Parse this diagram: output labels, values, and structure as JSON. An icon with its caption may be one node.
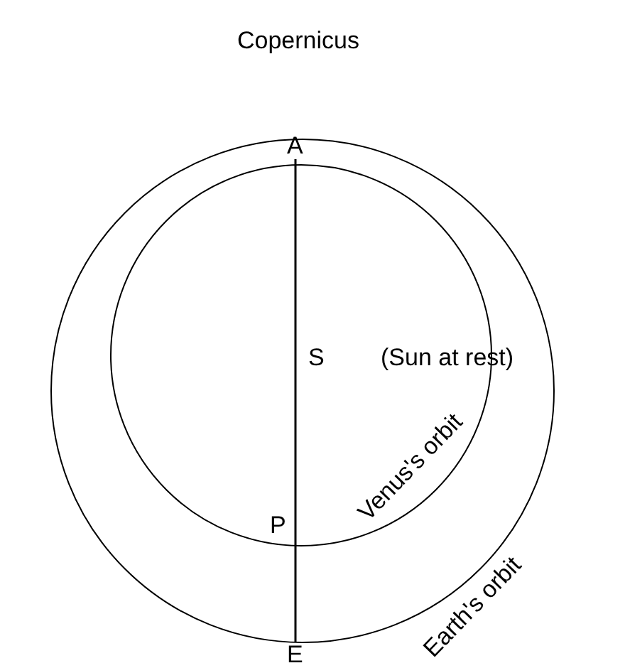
{
  "diagram": {
    "title": "Copernicus",
    "nodes": [
      {
        "text": [
          "A"
        ]
      },
      {
        "text": [
          "E"
        ]
      }
    ],
    "edges": [
      {
        "from": 0,
        "to": 1,
        "arrow": "none"
      }
    ],
    "labels": [
      "S",
      "(Sun at rest)",
      "P",
      "Venus's orbit",
      "Earth's orbit"
    ]
  }
}
